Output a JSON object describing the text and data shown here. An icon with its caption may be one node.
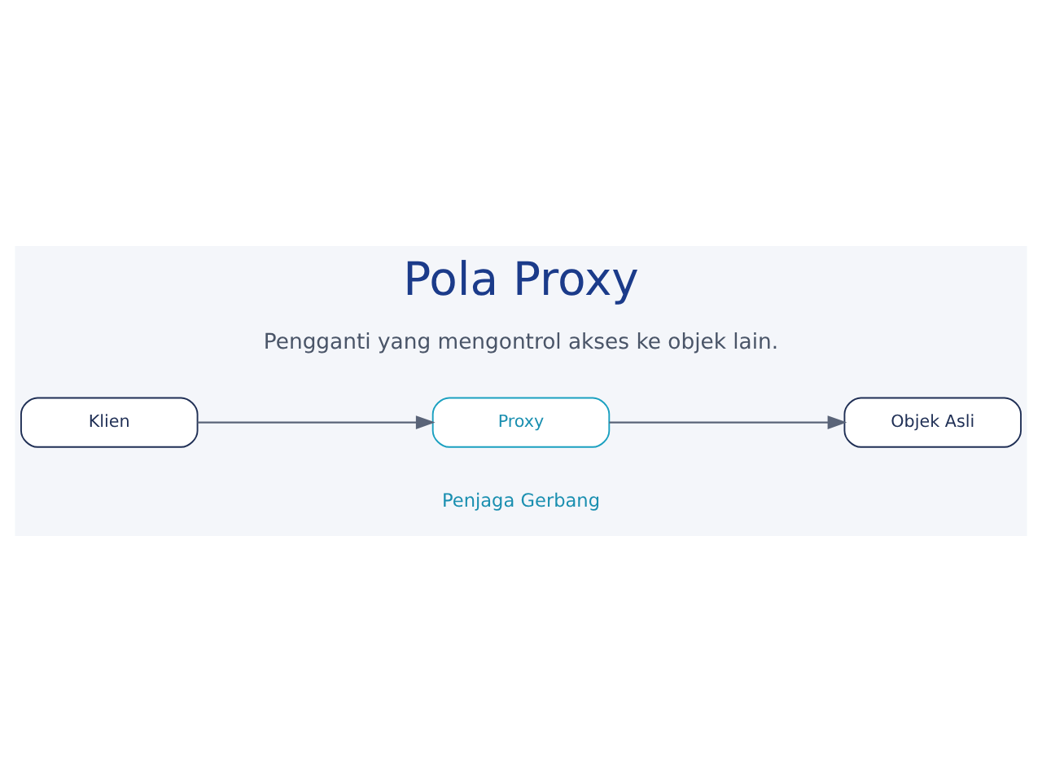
{
  "diagram": {
    "title": "Pola Proxy",
    "nodes": [
      {
        "text": [
          "Klien"
        ]
      },
      {
        "text": [
          "Proxy"
        ],
        "beside": [
          "Penjaga Gerbang"
        ]
      },
      {
        "text": [
          "Objek Asli"
        ]
      }
    ],
    "edges": [
      {
        "from": 0,
        "to": 1,
        "arrow": "to"
      },
      {
        "from": 1,
        "to": 2,
        "arrow": "to"
      }
    ],
    "labels": [
      "Pengganti yang mengontrol akses ke objek lain."
    ]
  }
}
